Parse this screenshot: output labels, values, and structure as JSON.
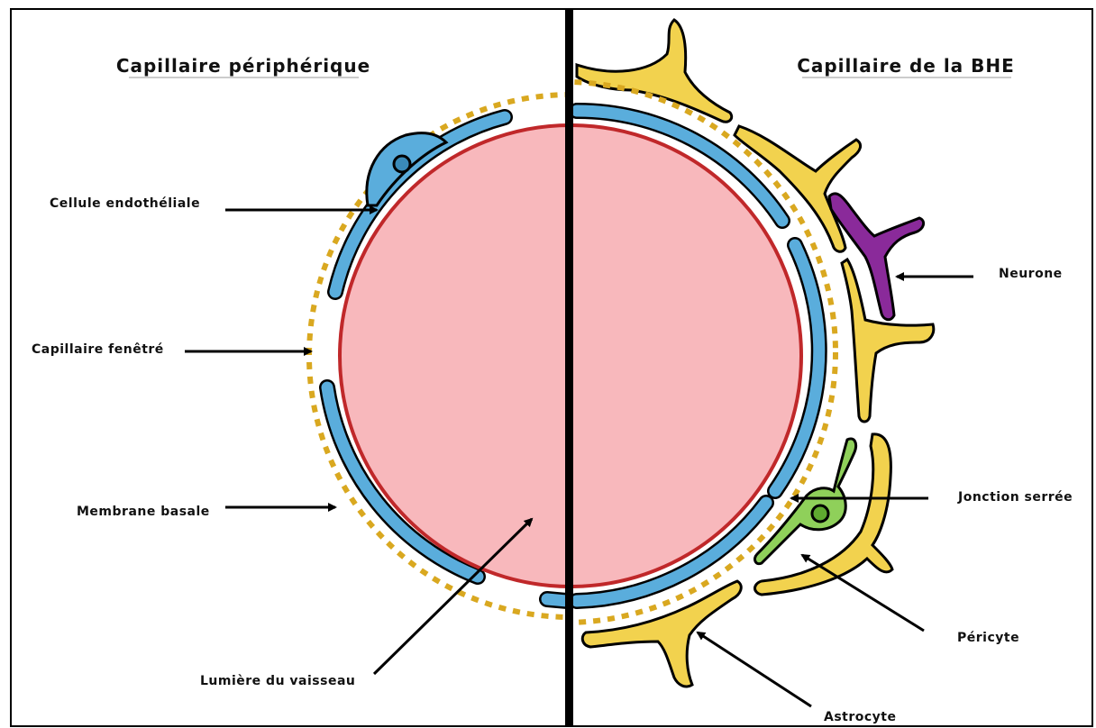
{
  "titles": {
    "left": "Capillaire périphérique",
    "right": "Capillaire de la BHE"
  },
  "labels": {
    "endothelial": "Cellule endothéliale",
    "fenestrated": "Capillaire fenêtré",
    "basal_membrane": "Membrane basale",
    "lumen": "Lumière du vaisseau",
    "neuron": "Neurone",
    "tight_junction": "Jonction serrée",
    "pericyte": "Péricyte",
    "astrocyte": "Astrocyte"
  },
  "colors": {
    "lumen_fill": "#f8b8bc",
    "lumen_stroke": "#c0282a",
    "endothelium": "#5aaddc",
    "basal_dots": "#d9a820",
    "astrocyte": "#f2d24e",
    "astrocyte_dark": "#e8c12c",
    "neuron": "#8a2a9a",
    "pericyte": "#8fd05a",
    "divider": "#000000"
  }
}
